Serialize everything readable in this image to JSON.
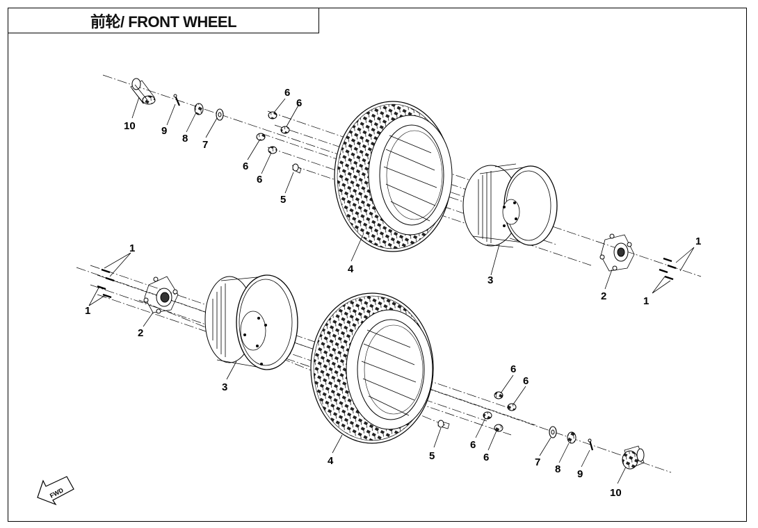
{
  "page": {
    "title": "前轮/ FRONT WHEEL"
  },
  "fwd_arrow": {
    "text": "FWD"
  },
  "callouts": {
    "top": {
      "c10": "10",
      "c9": "9",
      "c8": "8",
      "c7": "7",
      "c6a": "6",
      "c6b": "6",
      "c6c": "6",
      "c6d": "6",
      "c5": "5",
      "c4": "4",
      "c3": "3",
      "c2": "2",
      "c1a": "1",
      "c1b": "1"
    },
    "bottom": {
      "c1a": "1",
      "c1b": "1",
      "c2": "2",
      "c3": "3",
      "c4": "4",
      "c5": "5",
      "c6a": "6",
      "c6b": "6",
      "c6c": "6",
      "c6d": "6",
      "c7": "7",
      "c8": "8",
      "c9": "9",
      "c10": "10"
    }
  }
}
